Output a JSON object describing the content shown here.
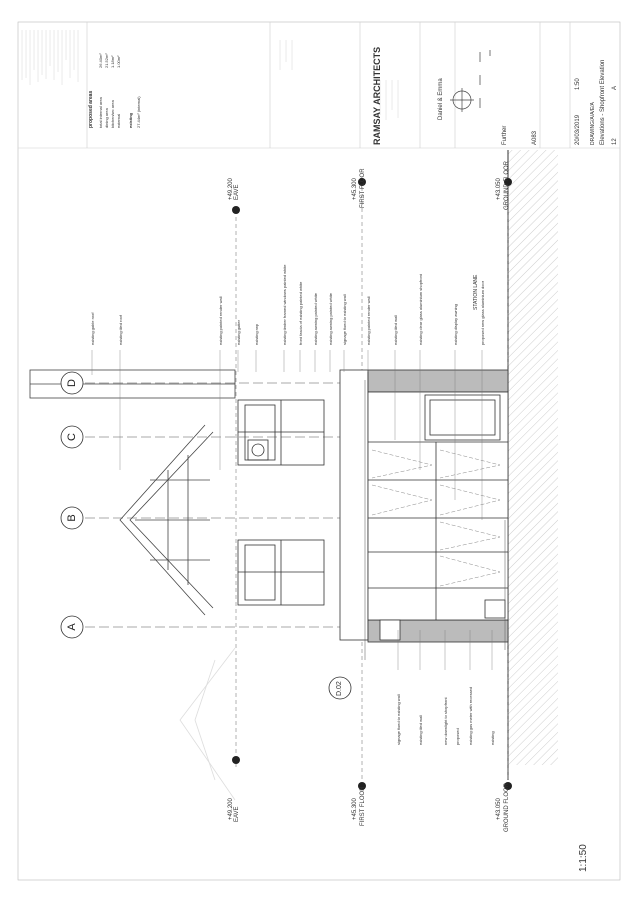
{
  "drawing": {
    "scale_note": "1:1:50",
    "grid_labels": [
      "A",
      "B",
      "C",
      "D"
    ],
    "section_tag": "D.02",
    "shopfront_sign": "STATION   LANE",
    "levels": [
      {
        "value": "+49.200",
        "name": "EAVE"
      },
      {
        "value": "+45.300",
        "name": "FIRST FLOOR"
      },
      {
        "value": "+43.050",
        "name": "GROUND FLOOR"
      }
    ],
    "annotations_top": [
      "existing gable roof",
      "existing tiled roof",
      "existing painted render wall",
      "existing gutter",
      "existing rwp",
      "existing timber framed windows painted white",
      "front fascia of existing painted white",
      "existing awning painted white",
      "existing awning painted white",
      "signage fixed to existing wall",
      "existing painted render wall",
      "existing tiled wall",
      "existing clear glass aluminium shopfront",
      "existing display awning",
      "proposed new glass aluminium door"
    ],
    "annotations_bottom": [
      "signage fixed to existing wall",
      "existing tiled wall",
      "new downlight to shopfront",
      "proposed",
      "existing gas meter with recessed",
      "existing"
    ]
  },
  "title_block": {
    "notes_header": "proposed areas",
    "areas": [
      {
        "label": "total internal area",
        "value": "26.40m²"
      },
      {
        "label": "dining area",
        "value": "21.52m²"
      },
      {
        "label": "kitchen/wc area",
        "value": "1.18m²"
      },
      {
        "label": "external",
        "value": "1.00m²"
      }
    ],
    "existing_label": "existing",
    "existing_value": "27.44m² (internal)",
    "firm": "RAMSAY ARCHITECTS",
    "client": "Daniel & Emma",
    "status": "Further",
    "job_no": "A083",
    "date": "20/03/2019",
    "scale": "1:50",
    "drawing_no": "DRAWING/A/A/E/A",
    "drawing_title": "Elevations - Shopfront Elevation",
    "sheet_no": "12",
    "revision": "A"
  }
}
